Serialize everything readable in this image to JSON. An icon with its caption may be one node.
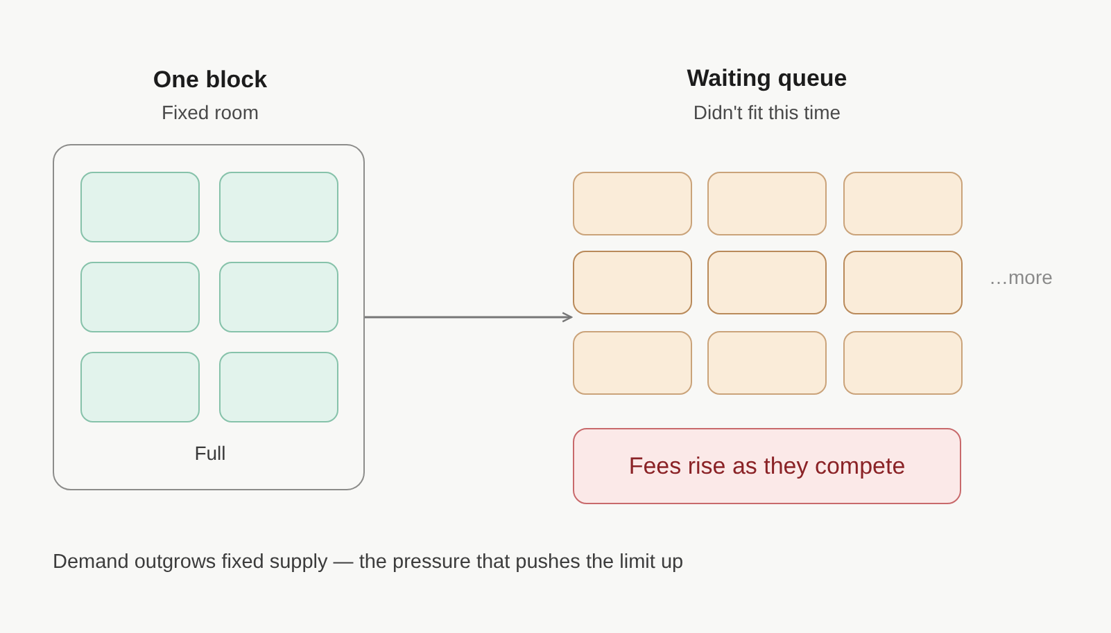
{
  "diagram": {
    "caption": "Demand outgrows fixed supply — the pressure that pushes the limit up",
    "nodes": [
      {
        "text": [
          "One block",
          "Fixed room",
          "Full"
        ]
      },
      {
        "text": [],
        "shape": "box",
        "in": 0
      },
      {
        "text": [],
        "shape": "box",
        "in": 0
      },
      {
        "text": [],
        "shape": "box",
        "in": 0
      },
      {
        "text": [],
        "shape": "box",
        "in": 0
      },
      {
        "text": [],
        "shape": "box",
        "in": 0
      },
      {
        "text": [],
        "shape": "box",
        "in": 0
      },
      {
        "text": [
          "Waiting queue",
          "Didn't fit this time"
        ]
      },
      {
        "text": [],
        "shape": "box",
        "in": 7
      },
      {
        "text": [],
        "shape": "box",
        "in": 7
      },
      {
        "text": [],
        "shape": "box",
        "in": 7
      },
      {
        "text": [],
        "shape": "box",
        "in": 7
      },
      {
        "text": [],
        "shape": "box",
        "in": 7
      },
      {
        "text": [],
        "shape": "box",
        "in": 7
      },
      {
        "text": [],
        "shape": "box",
        "in": 7
      },
      {
        "text": [],
        "shape": "box",
        "in": 7
      },
      {
        "text": [],
        "shape": "box",
        "in": 7
      },
      {
        "text": [
          "Fees rise as they compete"
        ]
      }
    ],
    "edges": [
      {
        "from": 0,
        "to": 7,
        "arrow": "to",
        "color": "#777777"
      }
    ],
    "labels": [
      "…more"
    ]
  }
}
